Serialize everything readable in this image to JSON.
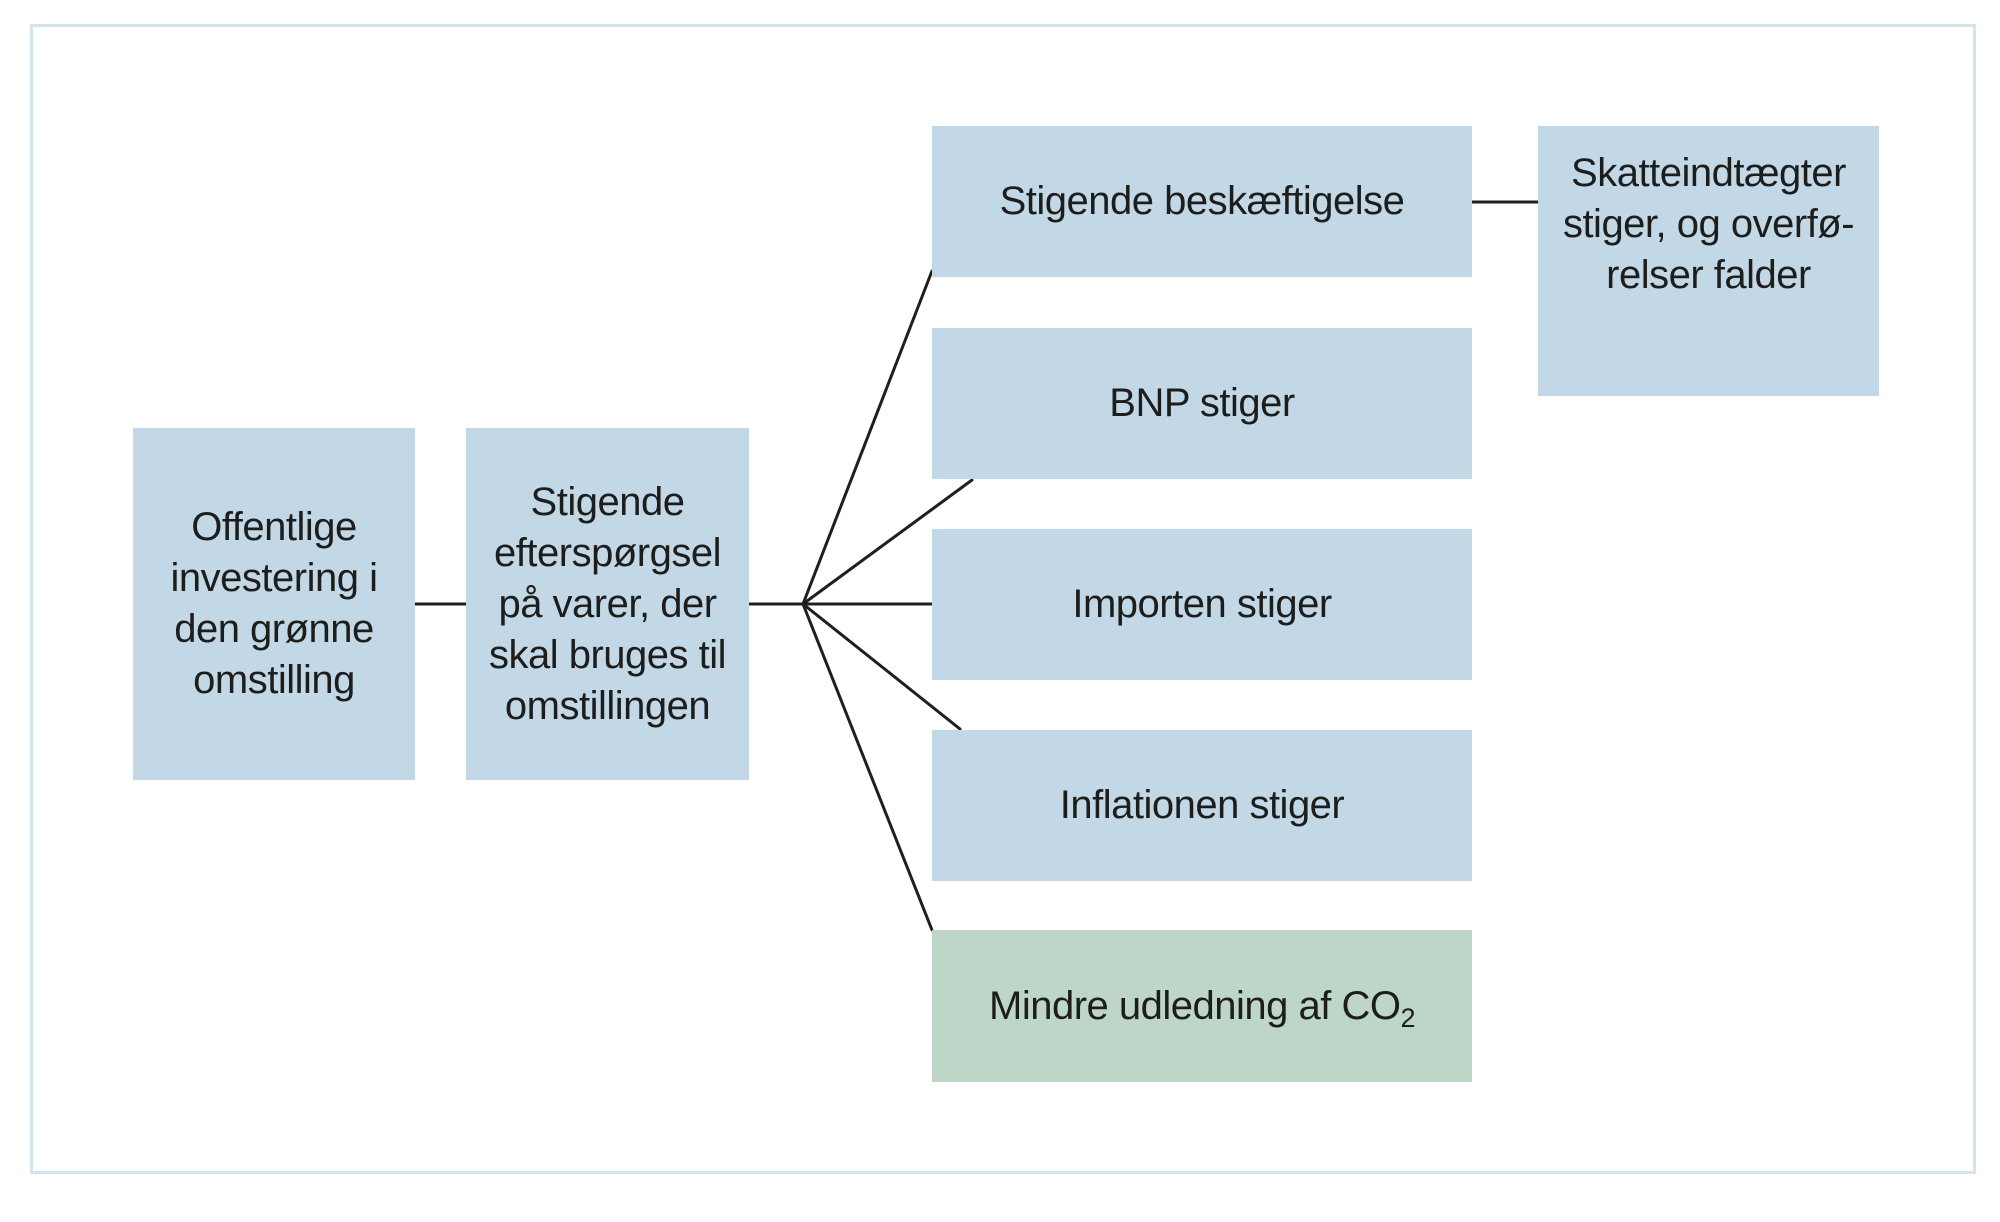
{
  "nodes": {
    "public_investment": "Offentlige\ninvestering i\nden grønne\nomstilling",
    "rising_demand": "Stigende\nefterspørgsel\npå varer, der\nskal bruges til\nomstillingen",
    "rising_employment": "Stigende beskæftigelse",
    "gdp_rises": "BNP stiger",
    "imports_rise": "Importen stiger",
    "inflation_rises": "Inflationen stiger",
    "less_co2": {
      "main": "Mindre udledning af CO",
      "subscript": "2"
    },
    "tax_revenue": "Skatteindtægter\nstiger, og overfø-\nrelser falder"
  },
  "colors": {
    "box_blue": "#c3d8e6",
    "box_green": "#bed6c8",
    "frame_border": "#d3e4ec",
    "connector": "#1f1f1f"
  }
}
